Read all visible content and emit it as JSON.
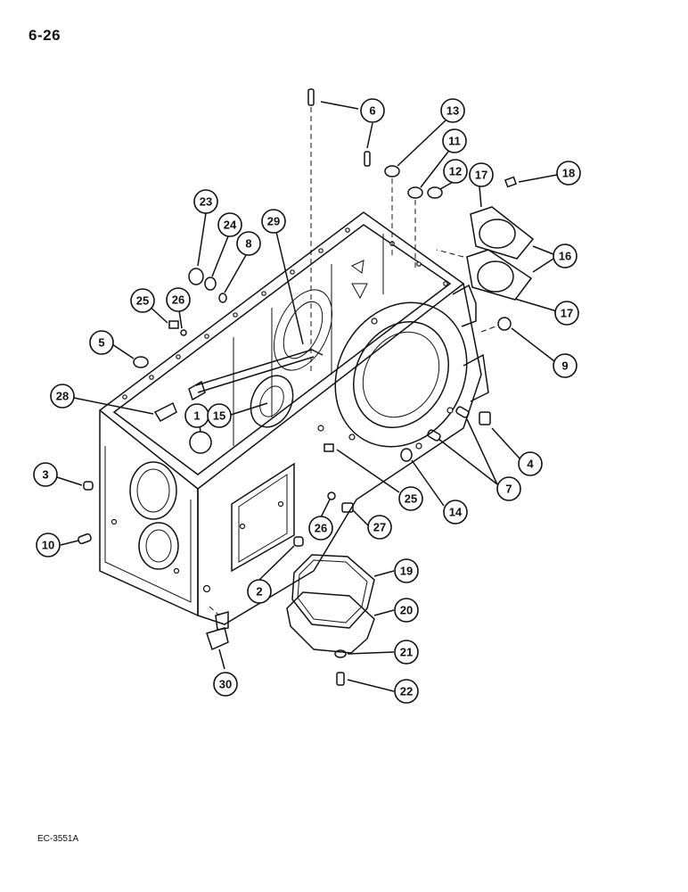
{
  "page_number": "6-26",
  "figure_code": "EC-3551A",
  "callouts": [
    "6",
    "13",
    "11",
    "12",
    "17",
    "18",
    "16",
    "17",
    "9",
    "23",
    "24",
    "8",
    "29",
    "25",
    "26",
    "5",
    "28",
    "1",
    "15",
    "4",
    "3",
    "7",
    "14",
    "25",
    "10",
    "26",
    "27",
    "2",
    "19",
    "20",
    "21",
    "22",
    "30"
  ]
}
